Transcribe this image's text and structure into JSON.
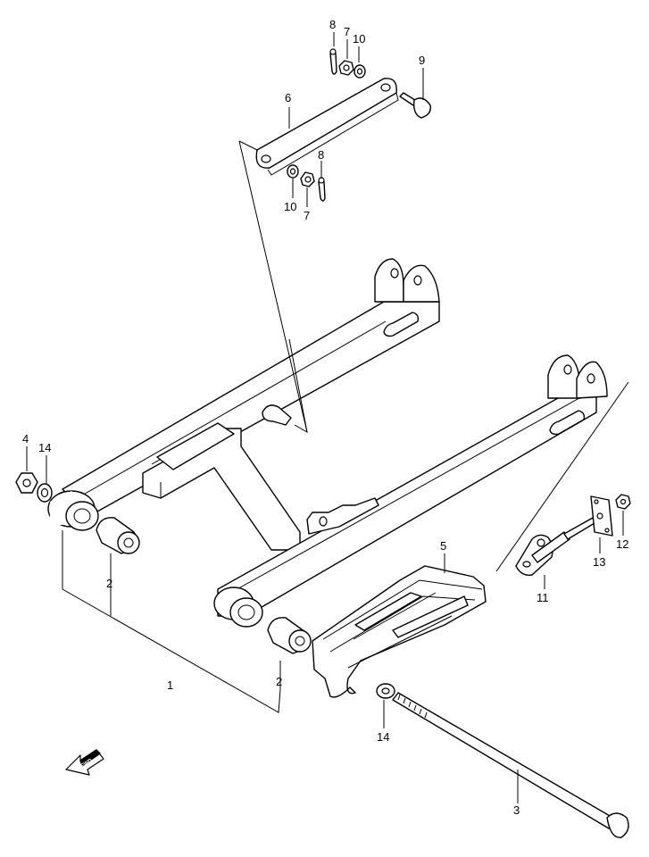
{
  "labels": {
    "p1": "1",
    "p2a": "2",
    "p2b": "2",
    "p3": "3",
    "p4": "4",
    "p5": "5",
    "p6": "6",
    "p7a": "7",
    "p7b": "7",
    "p8a": "8",
    "p8b": "8",
    "p9": "9",
    "p10a": "10",
    "p10b": "10",
    "p11": "11",
    "p12": "12",
    "p13": "13",
    "p14a": "14",
    "p14b": "14"
  },
  "fwd_arrow": {
    "text": "FWD",
    "icon": "forward-arrow-icon"
  }
}
